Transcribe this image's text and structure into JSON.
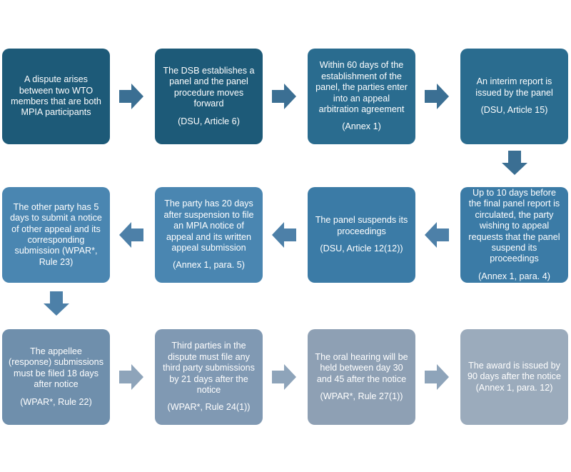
{
  "colors": {
    "row1": "#1d5a78",
    "row1b": "#2a6c8f",
    "row2": "#3b7ba6",
    "row2b": "#4a86b1",
    "row3a": "#6f8fac",
    "row3b": "#8099b3",
    "row3c": "#8ea0b4",
    "row3d": "#9babbc",
    "arrow_row1": "#3b6f93",
    "arrow_row2": "#4d80a8",
    "arrow_row3": "#8ea4ba"
  },
  "steps": [
    {
      "text": "A dispute arises between two WTO members that are both MPIA participants",
      "ref": ""
    },
    {
      "text": "The DSB establishes a panel and the panel procedure moves forward",
      "ref": "(DSU, Article 6)"
    },
    {
      "text": "Within 60 days of the establishment of the panel, the parties enter into an appeal arbitration agreement",
      "ref": "(Annex 1)"
    },
    {
      "text": "An interim report is issued by the panel",
      "ref": "(DSU, Article 15)"
    },
    {
      "text": "Up to 10 days before the final panel report is circulated, the party wishing to appeal requests that the panel suspend its proceedings",
      "ref": "(Annex 1, para. 4)"
    },
    {
      "text": "The panel suspends its proceedings",
      "ref": "(DSU, Article 12(12))"
    },
    {
      "text": "The party has 20 days after suspension to file an MPIA notice of appeal and its written appeal submission",
      "ref": "(Annex 1, para. 5)"
    },
    {
      "text": "The other party has 5 days to submit a notice of other appeal and its corresponding submission (WPAR*, Rule 23)",
      "ref": ""
    },
    {
      "text": "The appellee (response) submissions must be filed 18 days after notice",
      "ref": "(WPAR*, Rule 22)"
    },
    {
      "text": "Third parties in the dispute must file any third party submissions by 21 days after the notice",
      "ref": "(WPAR*, Rule 24(1))"
    },
    {
      "text": "The oral hearing will be held between day 30 and 45 after the notice",
      "ref": "(WPAR*, Rule 27(1))"
    },
    {
      "text": "The award is issued by 90 days after the notice (Annex 1, para. 12)",
      "ref": ""
    }
  ]
}
